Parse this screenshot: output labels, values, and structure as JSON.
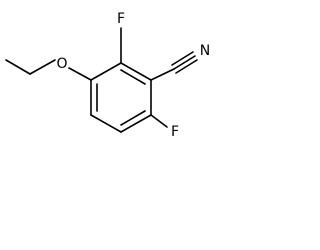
{
  "structure": {
    "atoms": {
      "fluorine_top": "F",
      "fluorine_bottom": "F",
      "oxygen": "O",
      "nitrogen": "N"
    }
  }
}
